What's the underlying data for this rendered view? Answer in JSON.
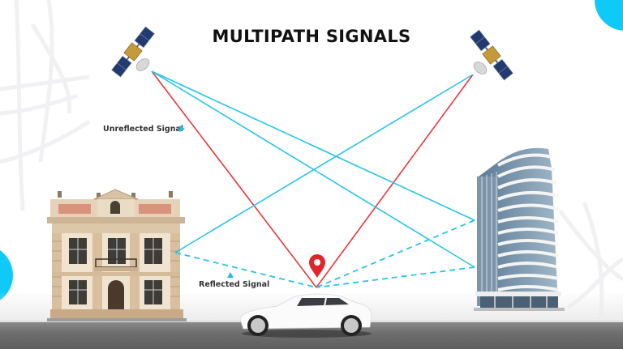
{
  "title": "MULTIPATH SIGNALS",
  "labels": {
    "unreflected": "Unreflected Signal",
    "reflected": "Reflected Signal"
  },
  "colors": {
    "direct_signal": "#e8363b",
    "reflected_signal": "#29c3e8",
    "accent_circle": "#0fcaf7",
    "title": "#111111",
    "label": "#333333",
    "road": "#6e6e6e"
  },
  "elements": {
    "satellite_left": "satellite-icon",
    "satellite_right": "satellite-icon",
    "building_left": "classical-building",
    "building_right": "modern-tower",
    "vehicle": "white-car",
    "receiver_marker": "location-pin-icon"
  },
  "signal_paths": [
    {
      "type": "direct",
      "from": "satellite-left",
      "to": "car",
      "style": "solid-red"
    },
    {
      "type": "direct",
      "from": "satellite-right",
      "to": "car",
      "style": "solid-red"
    },
    {
      "type": "incoming",
      "from": "satellite-left",
      "to": "tower-upper",
      "style": "solid-cyan"
    },
    {
      "type": "incoming",
      "from": "satellite-left",
      "to": "tower-lower",
      "style": "solid-cyan"
    },
    {
      "type": "incoming",
      "from": "satellite-right",
      "to": "building-left",
      "style": "solid-cyan"
    },
    {
      "type": "reflected",
      "from": "tower-upper",
      "to": "car",
      "style": "dashed-cyan"
    },
    {
      "type": "reflected",
      "from": "tower-lower",
      "to": "car",
      "style": "dashed-cyan"
    },
    {
      "type": "reflected",
      "from": "building-left",
      "to": "car",
      "style": "dashed-cyan"
    }
  ]
}
